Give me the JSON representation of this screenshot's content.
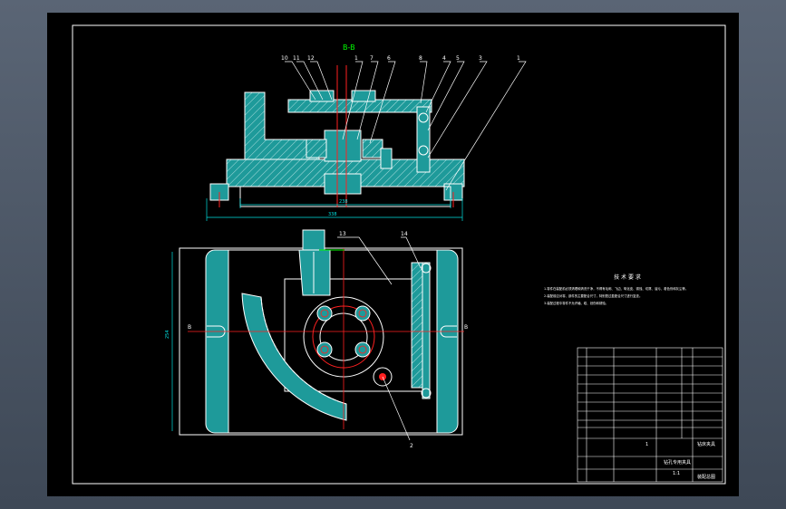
{
  "drawing": {
    "section_label": "B-B",
    "part_numbers_top": [
      "10",
      "11",
      "12",
      "1",
      "7",
      "6",
      "8",
      "4",
      "5",
      "3",
      "1"
    ],
    "part_number_13": "13",
    "part_number_14": "14",
    "part_number_2": "2",
    "dim_inner": "238",
    "dim_outer": "338",
    "dim_height": "254",
    "section_mark_left": "B",
    "section_mark_right": "B",
    "notes_title": "技 术 要 求",
    "notes": [
      "1.零件在装配前必须清理和清洗干净，不得有毛刺、飞边、氧化皮、锈蚀、切屑、油污、着色剂和灰尘等。",
      "2.装配前应对零、部件的主要配合尺寸，特别是过盈配合尺寸进行复查。",
      "3.装配过程中零件不允许磕、碰、划伤和锈蚀。"
    ],
    "title_block": {
      "name": "钻床夹具",
      "sub": "钻孔专用夹具",
      "scale": "1:1",
      "sheet": "1",
      "school": "装配总图"
    }
  },
  "colors": {
    "viewport_bg": "#000000",
    "outer_bg": "#4a5564",
    "line_white": "#ffffff",
    "part_fill": "#1e9a9a",
    "center_red": "#ff2020",
    "dim_cyan": "#00e0e0",
    "label_green": "#00ff00",
    "hatch": "#b0d8d8"
  }
}
